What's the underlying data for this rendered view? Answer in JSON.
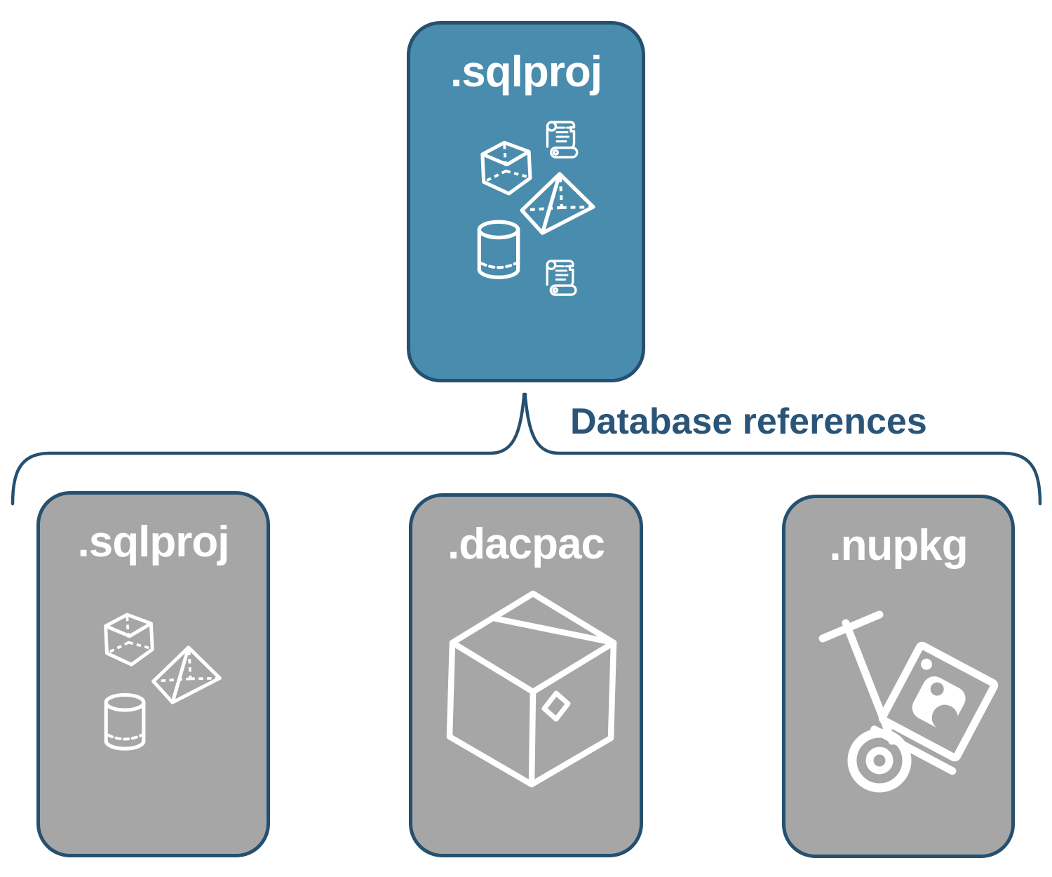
{
  "diagram": {
    "parent_card": {
      "label": ".sqlproj",
      "icons": [
        "script-scroll",
        "cube",
        "pyramid",
        "cylinder",
        "script-scroll"
      ]
    },
    "connector": {
      "label": "Database references"
    },
    "child_cards": [
      {
        "label": ".sqlproj",
        "icons": [
          "cube",
          "pyramid",
          "cylinder"
        ]
      },
      {
        "label": ".dacpac",
        "icons": [
          "package-box"
        ]
      },
      {
        "label": ".nupkg",
        "icons": [
          "nuget-hand-truck"
        ]
      }
    ],
    "colors": {
      "parent_fill": "#4A8CAD",
      "child_fill": "#A6A6A6",
      "outline": "#26506F",
      "connector_text": "#2A5578",
      "icon_stroke": "#FFFFFF"
    }
  }
}
